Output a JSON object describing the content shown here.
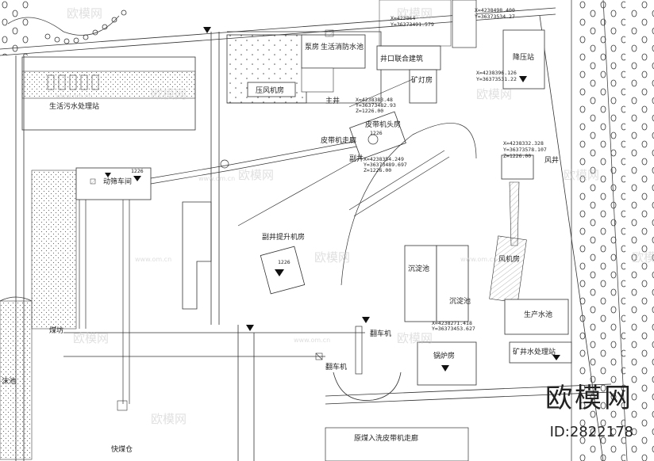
{
  "labels": {
    "domestic_sewage": "生活污水处理站",
    "compressor": "压风机房",
    "pump_room": "泵房",
    "fire_pool": "生活消防水池",
    "shaft_building": "井口联合建筑",
    "lamp_room": "矿灯房",
    "substation": "降压站",
    "main_shaft": "主井",
    "belt_room": "皮带机头房",
    "belt_corridor": "皮带机走廊",
    "aux_shaft": "副井",
    "screening": "动筛车间",
    "aux_hoist": "副井提升机房",
    "fan_well": "风井",
    "fan_room": "风机房",
    "sed_tank_1": "沉淀池",
    "sed_tank_2": "沉淀池",
    "prod_pool": "生产水池",
    "mine_water": "矿井水处理站",
    "boiler": "锅炉房",
    "tipper_1": "翻车机",
    "tipper_2": "翻车机",
    "gangue": "煤坊",
    "coal_bunker": "快煤仓",
    "raw_coal_belt": "原煤入洗皮带机走廊",
    "left_pool": "沫池"
  },
  "coords": {
    "c1a": "X=4238498.400",
    "c1b": "Y=36373534.27",
    "c2a": "X=423864",
    "c2b": "Y=36373491.579",
    "c3a": "X=4238396.126",
    "c3b": "Y=36373531.22",
    "c4a": "X=4238383.48",
    "c4b": "Y=36373482.93",
    "c4c": "Z=1226.00",
    "c5a": "X=4238332.328",
    "c5b": "Y=36373578.107",
    "c5c": "Z=1226.00",
    "c6a": "X=4238354.249",
    "c6b": "Y=36373489.697",
    "c6c": "Z=1226.00",
    "c7a": "X=4238271.418",
    "c7b": "Y=36373453.627"
  },
  "elevations": {
    "e1": "1226",
    "e2": "1226",
    "e3": "1226"
  },
  "watermark": {
    "brand": "欧模网",
    "url": "www.om.cn"
  },
  "footer": {
    "brand": "欧模网",
    "id": "ID:2822178"
  }
}
